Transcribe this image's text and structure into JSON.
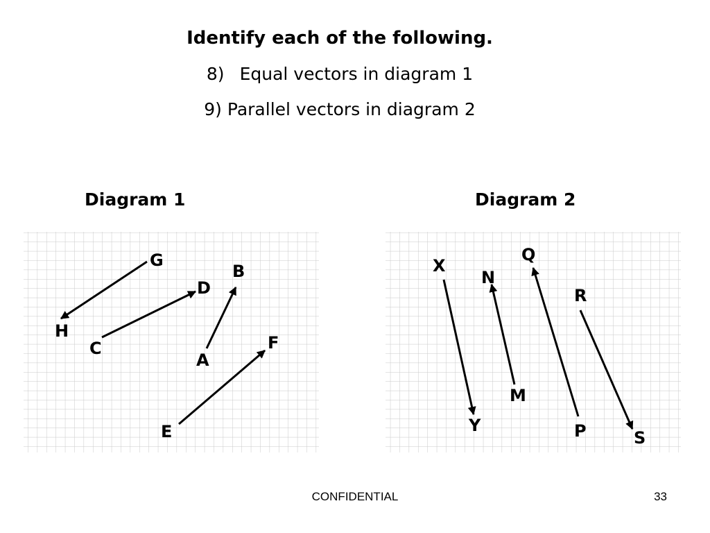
{
  "slide": {
    "title": "Identify each of the following.",
    "questions": [
      {
        "number": "8)",
        "text": "Equal vectors in diagram 1"
      },
      {
        "number": "9)",
        "text": "Parallel vectors in diagram 2"
      }
    ],
    "footer": {
      "label": "CONFIDENTIAL",
      "page": "33"
    }
  },
  "diagram1": {
    "title": "Diagram 1",
    "labels": {
      "G": "G",
      "H": "H",
      "C": "C",
      "D": "D",
      "A": "A",
      "B": "B",
      "E": "E",
      "F": "F"
    }
  },
  "diagram2": {
    "title": "Diagram 2",
    "labels": {
      "X": "X",
      "Y": "Y",
      "N": "N",
      "M": "M",
      "Q": "Q",
      "P": "P",
      "R": "R",
      "S": "S"
    }
  }
}
